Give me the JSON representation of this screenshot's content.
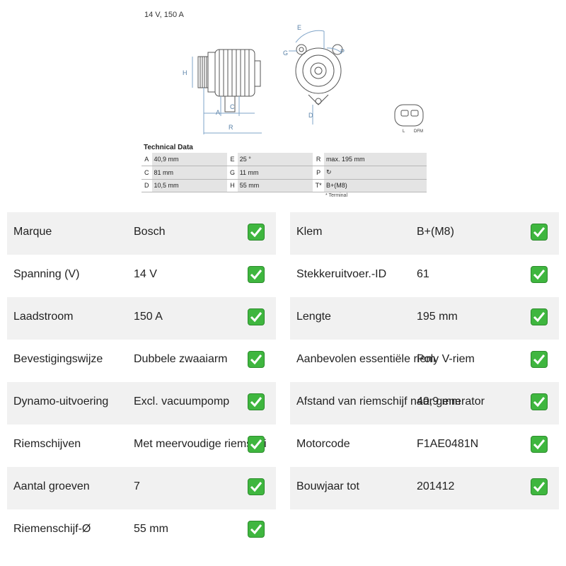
{
  "drawing": {
    "spec_line": "14 V, 150 A",
    "dimension_letters": [
      "H",
      "A",
      "C",
      "R",
      "E",
      "G",
      "P",
      "D"
    ],
    "plug_labels": [
      "L",
      "DFM"
    ],
    "technical_data_title": "Technical Data",
    "technical_data": [
      [
        {
          "k": "A",
          "v": "40,9 mm"
        },
        {
          "k": "E",
          "v": "25 °"
        },
        {
          "k": "R",
          "v": "max. 195 mm"
        }
      ],
      [
        {
          "k": "C",
          "v": "81 mm"
        },
        {
          "k": "G",
          "v": "11 mm"
        },
        {
          "k": "P",
          "v": "↻"
        }
      ],
      [
        {
          "k": "D",
          "v": "10,5 mm"
        },
        {
          "k": "H",
          "v": "55 mm"
        },
        {
          "k": "T*",
          "v": "B+(M8)"
        }
      ]
    ],
    "terminal_note": "* Terminal"
  },
  "attributes_left": [
    {
      "label": "Marque",
      "value": "Bosch"
    },
    {
      "label": "Spanning (V)",
      "value": "14 V"
    },
    {
      "label": "Laadstroom",
      "value": "150 A"
    },
    {
      "label": "Bevestigingswijze",
      "value": "Dubbele zwaaiarm"
    },
    {
      "label": "Dynamo-uitvoering",
      "value": "Excl. vacuumpomp"
    },
    {
      "label": "Riemschijven",
      "value": "Met meervoudige riemschi"
    },
    {
      "label": "Aantal groeven",
      "value": "7"
    },
    {
      "label": "Riemenschijf-Ø",
      "value": "55 mm"
    }
  ],
  "attributes_right": [
    {
      "label": "Klem",
      "value": "B+(M8)"
    },
    {
      "label": "Stekkeruitvoer.-ID",
      "value": "61"
    },
    {
      "label": "Lengte",
      "value": "195 mm"
    },
    {
      "label": "Aanbevolen essentiële riem",
      "value": "Poly V-riem"
    },
    {
      "label": "Afstand van riemschijf naar generator",
      "value": "40,9 mm"
    },
    {
      "label": "Motorcode",
      "value": "F1AE0481N"
    },
    {
      "label": "Bouwjaar tot",
      "value": "201412"
    }
  ],
  "colors": {
    "check": "#3fb63f",
    "row_shade": "#f1f1f1",
    "table_shade": "#e4e4e4"
  },
  "icons": {
    "check": "check-mark-icon"
  }
}
